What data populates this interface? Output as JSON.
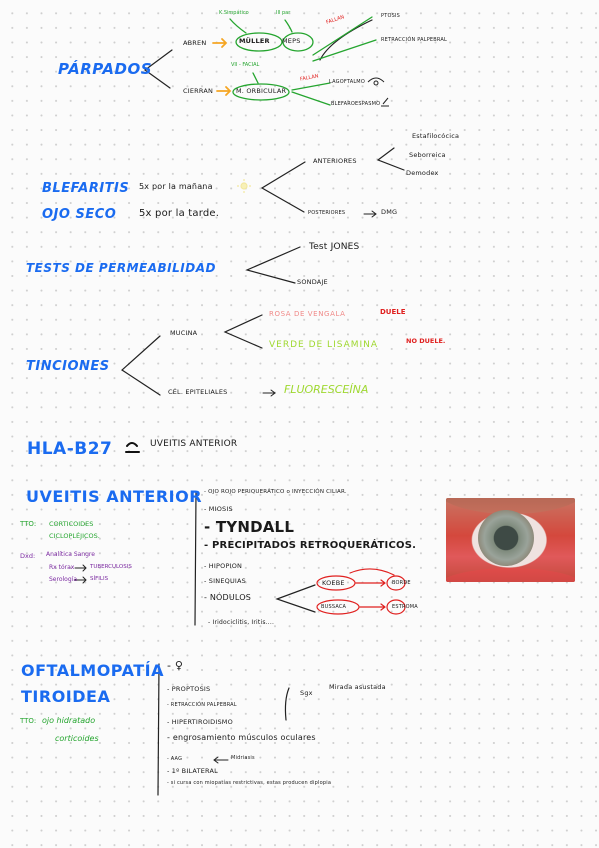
{
  "parpados": {
    "title": "PÁRPADOS",
    "abren": "ABREN",
    "cierran": "CIERRAN",
    "simpatico": "K.Simpático",
    "iii_par": "III par",
    "muller": "MÜLLER",
    "meps": "MEPS",
    "vii_facial": "VII - FACIAL",
    "orbicular": "M. ORBICULAR",
    "fallan1": "FALLAN",
    "fallan2": "FALLAN",
    "ptosis": "PTOSIS",
    "retraccion": "RETRACCIÓN PALPEBRAL",
    "lagoftalmo": "LAGOFTALMO",
    "blefaroespasmo": "BLEFAROESPASMO"
  },
  "blefaritis": {
    "title1": "BLEFARITIS",
    "title2": "OJO SECO",
    "dose1": "5x por la mañana",
    "dose2": "5x por la tarde.",
    "anteriores": "ANTERIORES",
    "estafilococica": "Estafilocócica",
    "seborreica": "Seborreica",
    "demodex": "Demodex",
    "posteriores": "POSTERIORES",
    "dmg": "DMG"
  },
  "tests": {
    "title": "TESTS DE PERMEABILIDAD",
    "jones": "Test JONES",
    "sondaje": "SONDAJE"
  },
  "tinciones": {
    "title": "TINCIONES",
    "mucina": "MUCINA",
    "rosa": "ROSA DE VENGALA",
    "duele": "DUELE",
    "verde": "VERDE DE LISAMINA",
    "no_duele": "NO DUELE.",
    "cel": "CÉL. EPITELIALES",
    "fluoresceina": "FLUORESCEÍNA"
  },
  "hla": {
    "title": "HLA-B27",
    "text": "UVEITIS ANTERIOR"
  },
  "uveitis": {
    "title": "UVEITIS ANTERIOR",
    "tto_label": "TTO:",
    "tto1": "CORTICOIDES",
    "tto2": "CICLOPLÉJICOS.",
    "ddd_label": "Dxd:",
    "dd1": "Analítica Sangre",
    "dd2": "Rx tórax",
    "dd2b": "TUBERCULOSIS",
    "dd3": "Serología",
    "dd3b": "SÍFILIS",
    "item1": "- OJO ROJO PERIQUERÁTICO o INYECCIÓN CILIAR.",
    "item2": "- MIOSIS",
    "item3": "- TYNDALL",
    "item4": "- PRECIPITADOS RETROQUERÁTICOS.",
    "item5": "- HIPOPION",
    "item6": "- SINEQUIAS",
    "item7": "- NÓDULOS",
    "item8": "- Iridociclitis, Iritis....",
    "koebe": "KOEBE",
    "borde": "BORDE",
    "bussaca": "BUSSACA",
    "estroma": "ESTROMA"
  },
  "oftalmopatia": {
    "title1": "OFTALMOPATÍA",
    "title2": "TIROIDEA",
    "tto_label": "TTO:",
    "tto1": "ojo hidratado",
    "tto2": "corticoides",
    "item1": "- ♀",
    "item2": "- PROPTOSIS",
    "item3": "- RETRACCIÓN PALPEBRAL",
    "item4": "- HIPERTIROIDISMO",
    "item5": "- engrosamiento músculos oculares",
    "item6": "- AAG",
    "item6b": "Midriasis",
    "item7": "- 1º BILATERAL",
    "item8": "- si cursa con miopatías restrictivas, estas producen diplopia",
    "sgx": "Sgx",
    "mirada": "Mirada asustada"
  },
  "colors": {
    "blue": "#1a6bf0",
    "green": "#25a52f",
    "red": "#e0201f",
    "orange": "#f5a623",
    "purple": "#7a28a0",
    "lime": "#9fd830"
  },
  "images": {
    "eye_photo": "red-eye-photo"
  }
}
